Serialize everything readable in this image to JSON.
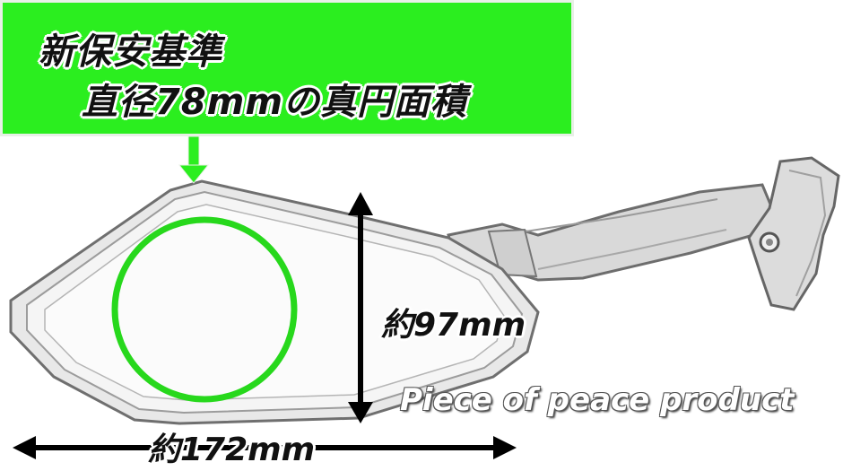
{
  "callout": {
    "line1": "新保安基準",
    "line2": "直径78mmの真円面積"
  },
  "dimensions": {
    "height_label": "約97mm",
    "width_label": "約172mm"
  },
  "watermark": "Piece of peace product",
  "colors": {
    "callout_green": "#2bee1f",
    "circle_green": "#27d81c",
    "arrow_black": "#000000",
    "mirror_silver": "#c9c9c9"
  },
  "icons": {
    "callout_pointer": "down-arrow-icon",
    "height_indicator": "double-vertical-arrow-icon",
    "width_indicator": "double-horizontal-arrow-icon"
  }
}
